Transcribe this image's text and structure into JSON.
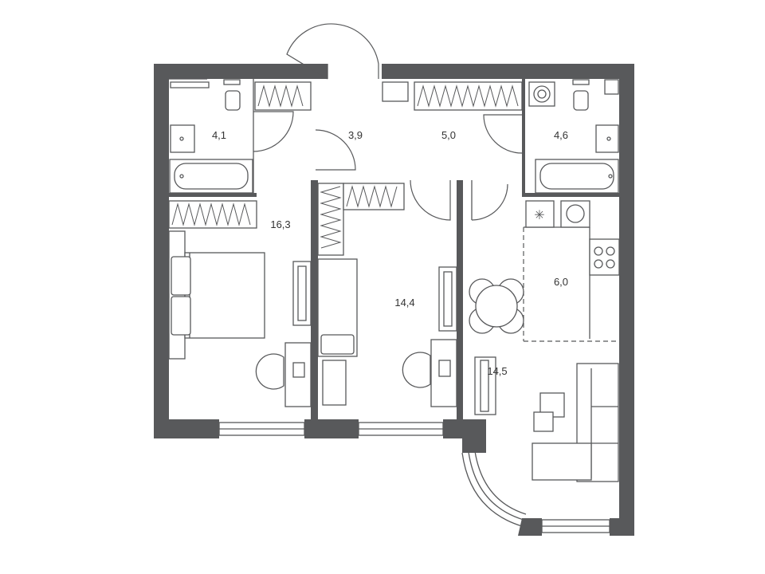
{
  "rooms": [
    {
      "id": "bathroom-left",
      "area": "4,1"
    },
    {
      "id": "hallway",
      "area": "3,9"
    },
    {
      "id": "corridor",
      "area": "5,0"
    },
    {
      "id": "bathroom-right",
      "area": "4,6"
    },
    {
      "id": "bedroom-left",
      "area": "16,3"
    },
    {
      "id": "bedroom-middle",
      "area": "14,4"
    },
    {
      "id": "kitchen",
      "area": "6,0"
    },
    {
      "id": "living-room",
      "area": "14,5"
    }
  ],
  "colors": {
    "wall": "#58595b",
    "line": "#58595b",
    "background": "#ffffff",
    "label": "#333333"
  }
}
